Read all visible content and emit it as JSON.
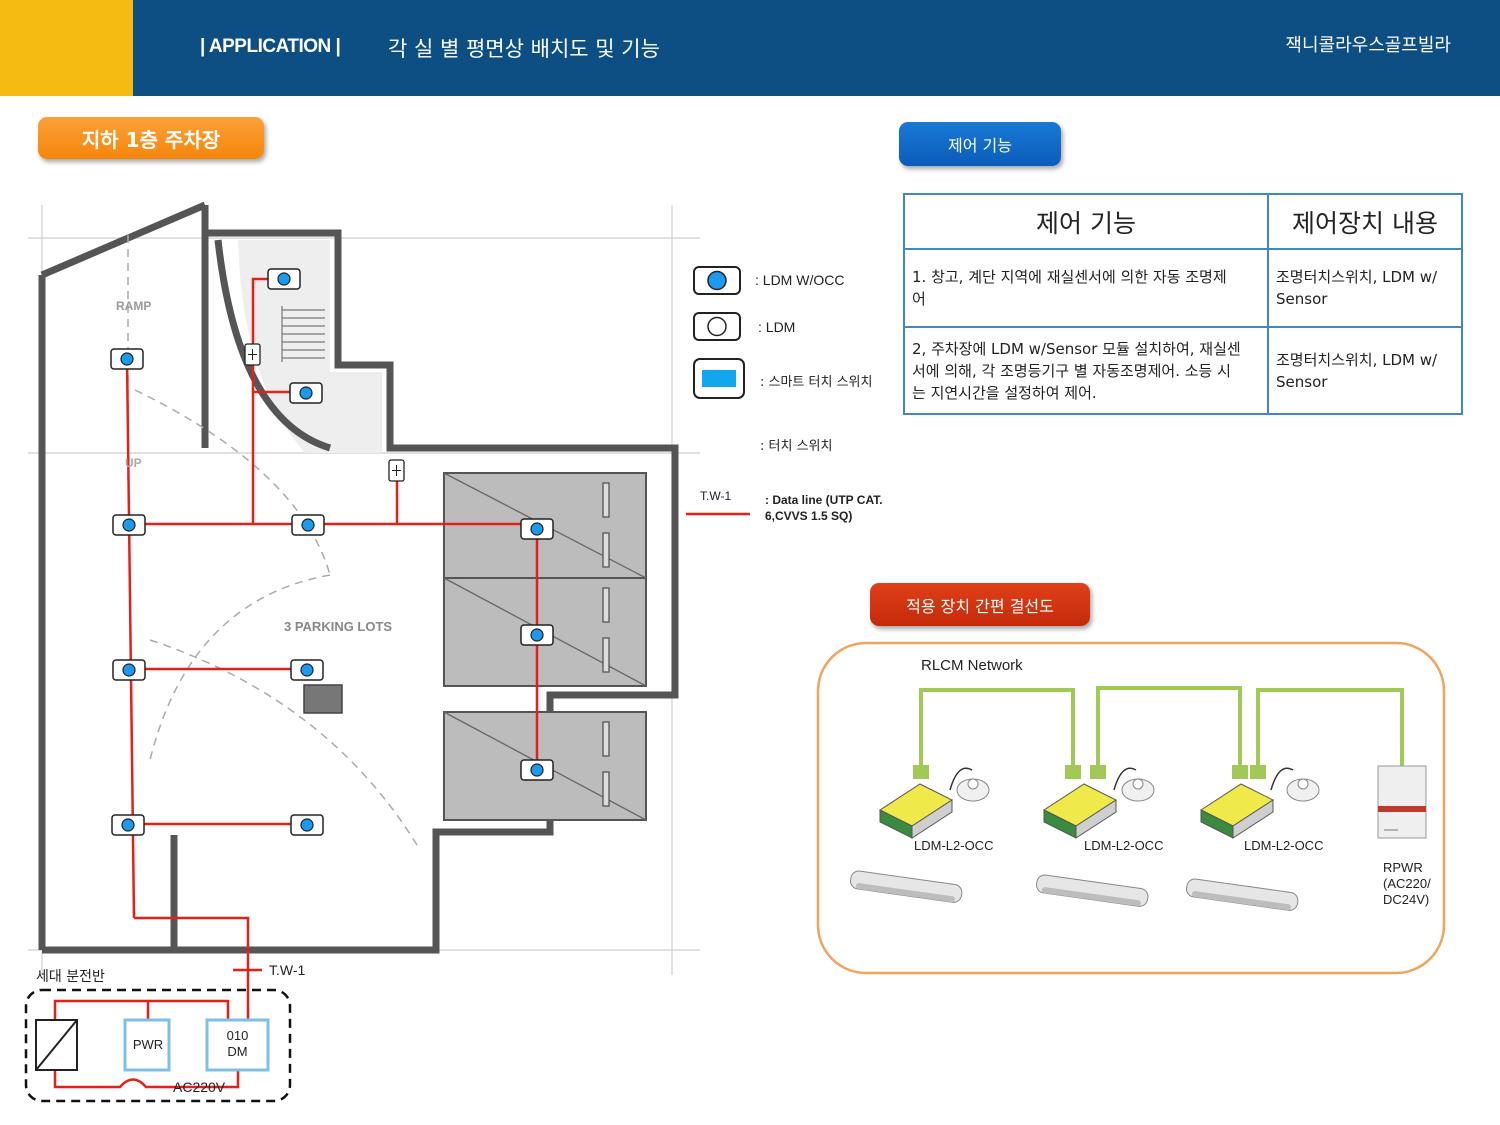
{
  "header": {
    "app_label": "| APPLICATION |",
    "title": "각 실 별 평면상 배치도 및 기능",
    "brand": "잭니콜라우스골프빌라",
    "colors": {
      "bar": "#0d4f83",
      "accent": "#f6bb11"
    }
  },
  "floor_tag": "지하 1층 주차장",
  "control_tag": "제어 기능",
  "wiring_tag": "적용 장치  간편 결선도",
  "floorplan": {
    "ramp": "RAMP",
    "up": "UP",
    "parking": "3 PARKING  LOTS",
    "panel_label": "세대 분전반",
    "tw_label": "T.W-1",
    "pwr": "PWR",
    "dm_line1": "010",
    "dm_line2": "DM",
    "ac": "AC220V"
  },
  "legend": [
    {
      "icon": "ldm-occ-icon",
      "label": ": LDM W/OCC"
    },
    {
      "icon": "ldm-icon",
      "label": ": LDM"
    },
    {
      "icon": "smart-touch-switch-icon",
      "label": ": 스마트 터치 스위치"
    },
    {
      "icon": "touch-switch-icon",
      "label": ": 터치 스위치"
    }
  ],
  "data_line": {
    "tag": "T.W-1",
    "label_line1": ": Data line (UTP CAT.",
    "label_line2": "6,CVVS 1.5 SQ)"
  },
  "table": {
    "headers": [
      "제어 기능",
      "제어장치 내용"
    ],
    "rows": [
      {
        "func_line1": "1. 창고, 계단 지역에 재실센서에 의한 자동 조명제",
        "func_line2": "어",
        "device_line1": "조명터치스위치, LDM w/",
        "device_line2": "Sensor"
      },
      {
        "func_line1": "2, 주차장에 LDM w/Sensor 모듈 설치하여, 재실센",
        "func_line2": "서에 의해, 각 조명등기구 별 자동조명제어. 소등 시",
        "func_line3": "는 지연시간을 설정하여 제어.",
        "device_line1": "조명터치스위치, LDM w/",
        "device_line2": "Sensor"
      }
    ]
  },
  "wiring": {
    "network": "RLCM Network",
    "modules": [
      "LDM-L2-OCC",
      "LDM-L2-OCC",
      "LDM-L2-OCC"
    ],
    "power_line1": "RPWR",
    "power_line2": "(AC220/",
    "power_line3": "DC24V)"
  }
}
